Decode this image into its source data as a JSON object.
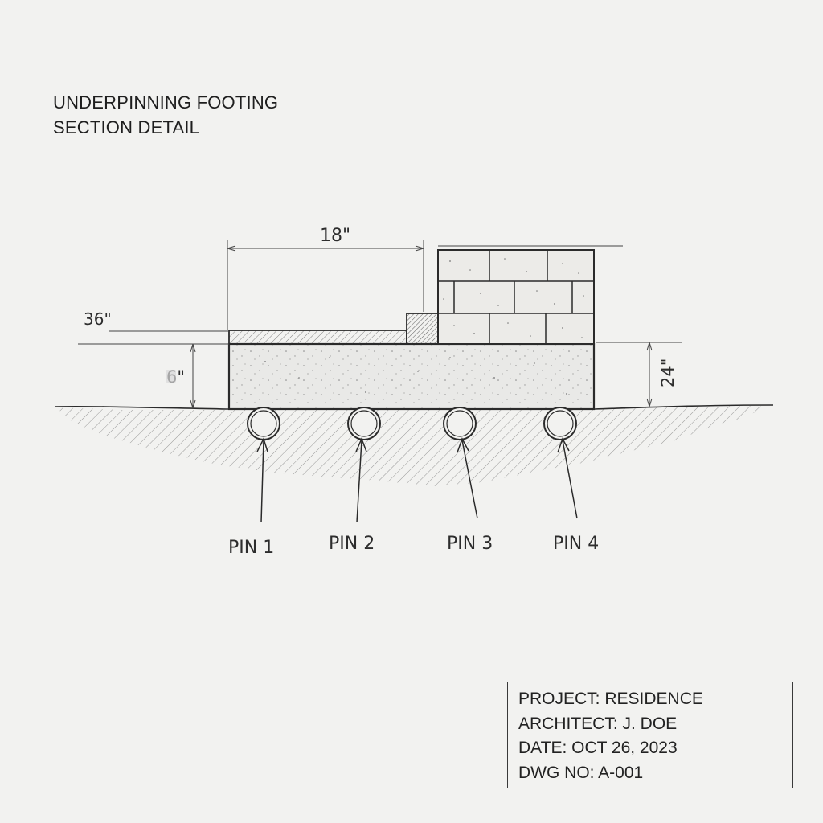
{
  "title": {
    "line1": "UNDERPINNING FOOTING",
    "line2": "SECTION DETAIL"
  },
  "dimensions": {
    "width_top": "18\"",
    "left_height": "36\"",
    "left_small": "6\"",
    "right_height": "24\""
  },
  "pins": [
    {
      "label": "PIN 1"
    },
    {
      "label": "PIN 2"
    },
    {
      "label": "PIN 3"
    },
    {
      "label": "PIN 4"
    }
  ],
  "title_block": {
    "project": "PROJECT: RESIDENCE",
    "architect": "ARCHITECT: J. DOE",
    "date": "DATE: OCT 26, 2023",
    "drawing_no": "DWG NO: A-001"
  },
  "colors": {
    "line": "#2b2b2b",
    "paper": "#f2f2f0",
    "hatch": "#6a6a6a",
    "shade": "#e6e6e4"
  }
}
